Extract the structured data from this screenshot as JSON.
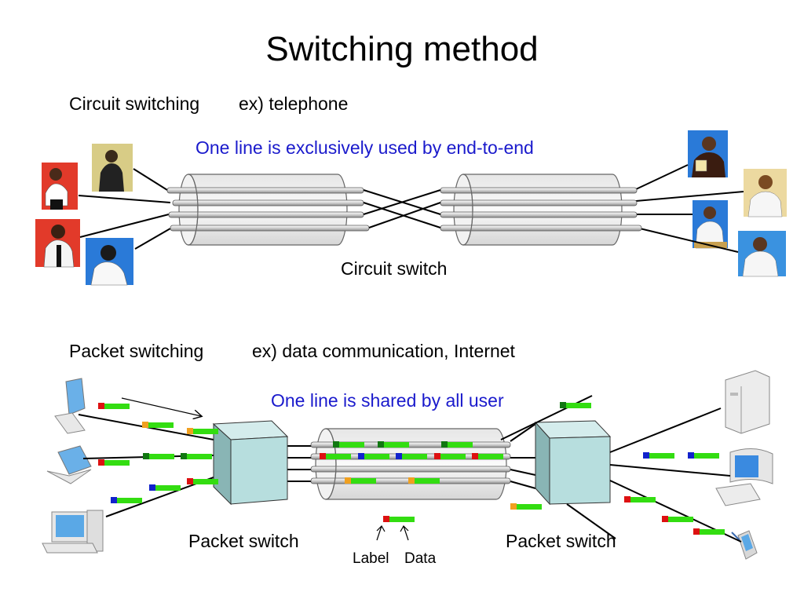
{
  "title": "Switching method",
  "circuit": {
    "heading": "Circuit switching",
    "example": "ex) telephone",
    "note": "One line is exclusively used by end-to-end",
    "switch_label": "Circuit switch"
  },
  "packet": {
    "heading": "Packet switching",
    "example": "ex) data communication, Internet",
    "note": "One line is shared by all user",
    "switch_left_label": "Packet switch",
    "switch_right_label": "Packet switch",
    "legend_label": "Label",
    "legend_data": "Data"
  },
  "colors": {
    "note_text": "#1a1acc",
    "data_green": "#33dd11",
    "label_red": "#dd1111",
    "label_orange": "#f0a020",
    "label_blue": "#1122cc",
    "label_darkgreen": "#117711",
    "switch_fill": "#b7dede"
  }
}
